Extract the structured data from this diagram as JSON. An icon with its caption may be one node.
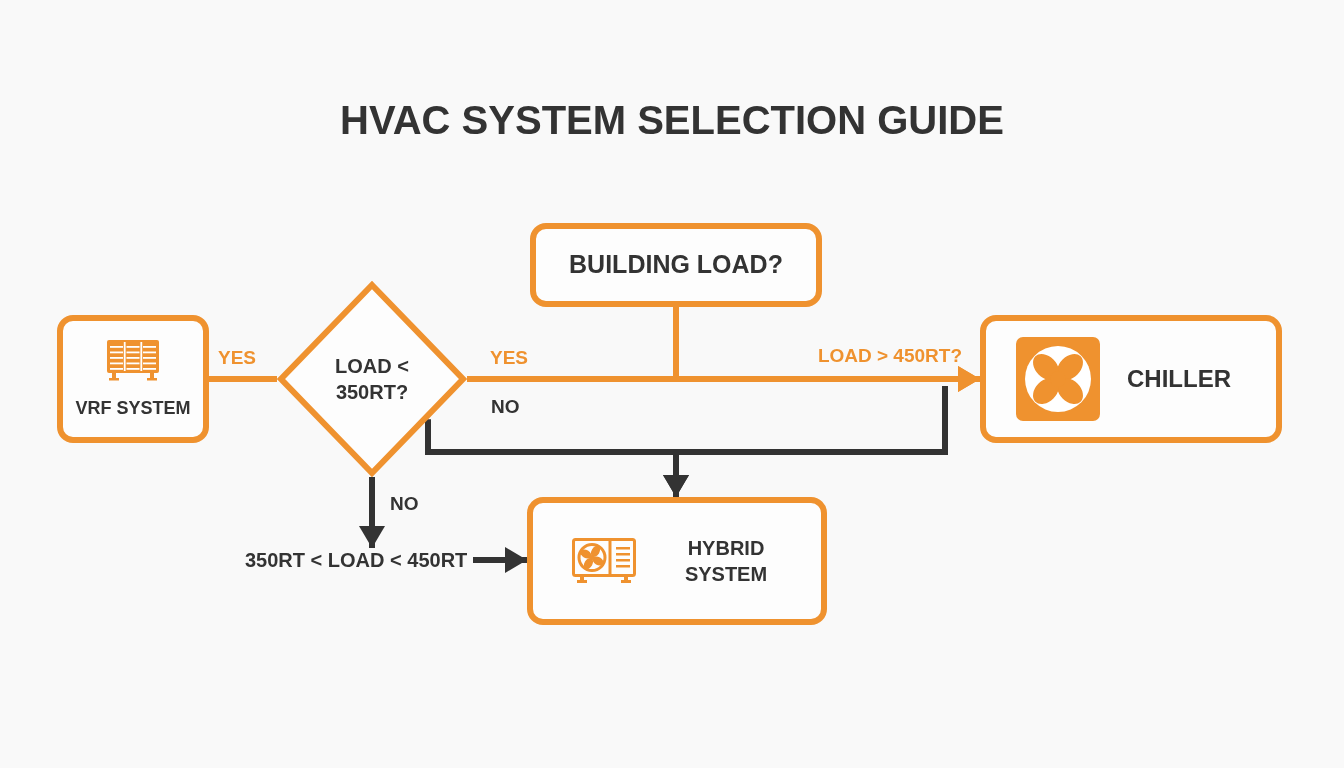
{
  "diagram": {
    "title": "HVAC SYSTEM SELECTION GUIDE",
    "nodes": [
      {
        "text": [
          "BUILDING LOAD?"
        ]
      },
      {
        "text": [
          "VRF SYSTEM"
        ]
      },
      {
        "text": [
          "LOAD < 350RT?"
        ]
      },
      {
        "text": [
          "CHILLER"
        ]
      },
      {
        "text": [
          "350RT < LOAD < 450RT"
        ]
      },
      {
        "text": [
          "HYBRID SYSTEM"
        ]
      }
    ],
    "edges": [
      {
        "from": 2,
        "to": 1,
        "arrow": "none",
        "label": "YES",
        "color": "#ef922f"
      },
      {
        "from": 2,
        "to": 3,
        "arrow": "to",
        "label": "YES",
        "color": "#ef922f"
      },
      {
        "from": 0,
        "to": 3,
        "arrow": "to",
        "label": "LOAD > 450RT?",
        "color": "#ef922f"
      },
      {
        "from": 2,
        "to": 5,
        "arrow": "to",
        "label": "NO"
      },
      {
        "from": null,
        "to": 5,
        "arrow": "to"
      },
      {
        "from": 2,
        "to": 4,
        "arrow": "to",
        "label": "NO"
      },
      {
        "from": 4,
        "to": 5,
        "arrow": "to"
      }
    ]
  }
}
